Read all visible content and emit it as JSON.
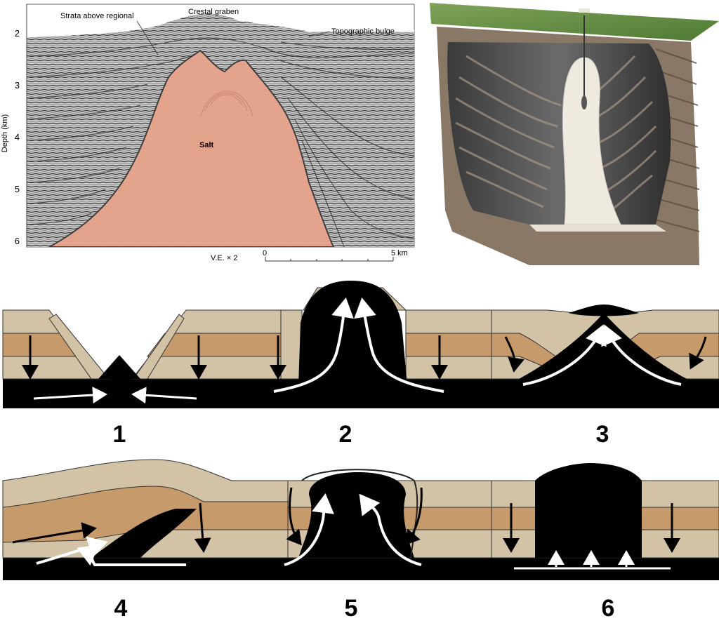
{
  "seismic": {
    "y_axis_label": "Depth (km)",
    "y_ticks": [
      "2",
      "3",
      "4",
      "5",
      "6"
    ],
    "annotations": {
      "strata": "Strata above regional",
      "graben": "Crestal graben",
      "bulge": "Topographic bulge",
      "salt": "Salt"
    },
    "ve_label": "V.E. × 2",
    "scale_start": "0",
    "scale_end": "5 km"
  },
  "diagrams": {
    "labels": [
      "1",
      "2",
      "3",
      "4",
      "5",
      "6"
    ]
  },
  "colors": {
    "salt_seismic": "#e8a48c",
    "tan": "#d2c2a6",
    "brown": "#c79a6c",
    "salt": "#000000",
    "arrow_white": "#ffffff"
  }
}
